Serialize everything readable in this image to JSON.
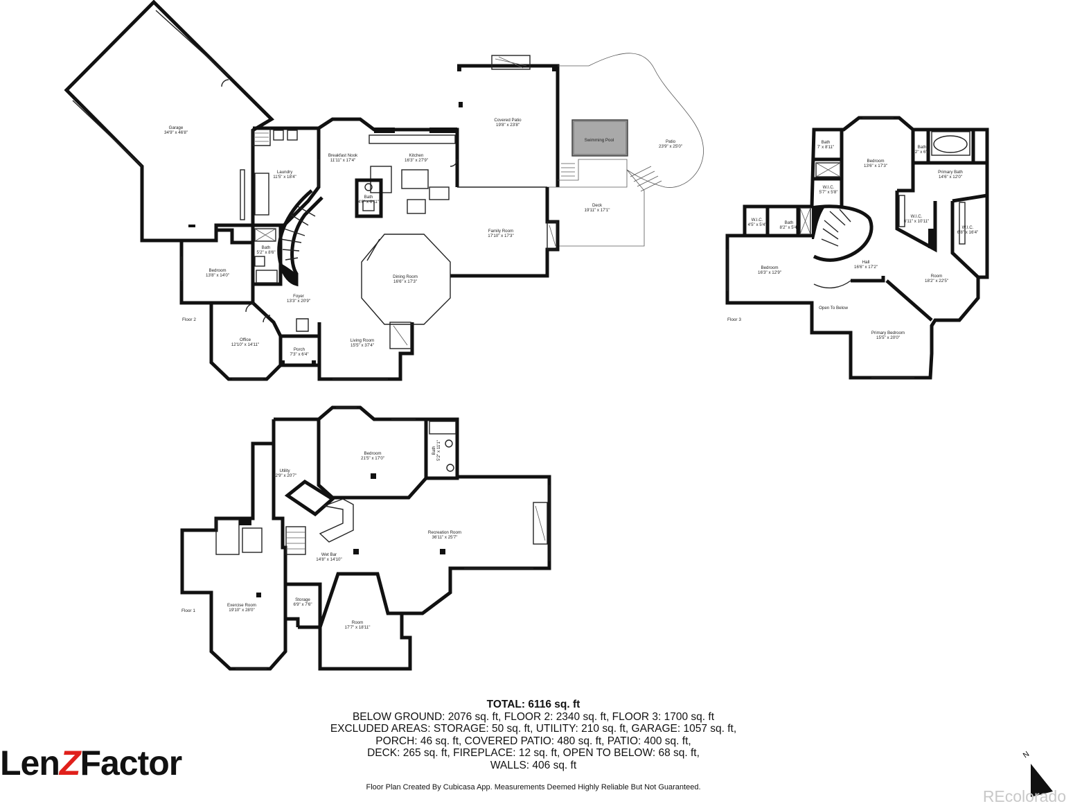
{
  "floors": {
    "floor2": {
      "label": "Floor 2",
      "rooms": [
        {
          "id": "garage",
          "name": "Garage",
          "dims": "34'9\" x 46'8\""
        },
        {
          "id": "laundry",
          "name": "Laundry",
          "dims": "11'5\" x 18'4\""
        },
        {
          "id": "breakfast",
          "name": "Breakfast Nook",
          "dims": "11'11\" x 17'4\""
        },
        {
          "id": "kitchen",
          "name": "Kitchen",
          "dims": "16'3\" x 27'9\""
        },
        {
          "id": "covered_patio",
          "name": "Covered Patio",
          "dims": "19'8\" x 23'8\""
        },
        {
          "id": "pool",
          "name": "Swimming Pool",
          "dims": ""
        },
        {
          "id": "patio",
          "name": "Patio",
          "dims": "23'9\" x 25'0\""
        },
        {
          "id": "deck",
          "name": "Deck",
          "dims": "19'11\" x 17'1\""
        },
        {
          "id": "bath_kitchen",
          "name": "Bath",
          "dims": "4'6\" x 6'11\""
        },
        {
          "id": "family",
          "name": "Family Room",
          "dims": "17'10\" x 17'3\""
        },
        {
          "id": "bath_stairs",
          "name": "Bath",
          "dims": "5'2\" x 8'6\""
        },
        {
          "id": "bedroom",
          "name": "Bedroom",
          "dims": "13'8\" x 14'0\""
        },
        {
          "id": "dining",
          "name": "Dining Room",
          "dims": "16'6\" x 17'3\""
        },
        {
          "id": "foyer",
          "name": "Foyer",
          "dims": "13'3\" x 20'9\""
        },
        {
          "id": "office",
          "name": "Office",
          "dims": "12'10\" x 14'11\""
        },
        {
          "id": "porch",
          "name": "Porch",
          "dims": "7'3\" x 6'4\""
        },
        {
          "id": "living",
          "name": "Living Room",
          "dims": "15'5\" x 37'4\""
        }
      ]
    },
    "floor3": {
      "label": "Floor 3",
      "rooms": [
        {
          "id": "bath_small",
          "name": "Bath",
          "dims": "7' x 8'11\""
        },
        {
          "id": "bedroom_top",
          "name": "Bedroom",
          "dims": "13'6\" x 17'3\""
        },
        {
          "id": "bath_primary_small",
          "name": "Bath",
          "dims": "2\" x 6'5"
        },
        {
          "id": "primary_bath",
          "name": "Primary Bath",
          "dims": "14'6\" x 12'0\""
        },
        {
          "id": "wic_a",
          "name": "W.I.C.",
          "dims": "5'7\" x 5'8\""
        },
        {
          "id": "wic_b",
          "name": "W.I.C.",
          "dims": "4'5\" x 5'4\""
        },
        {
          "id": "bath_mid",
          "name": "Bath",
          "dims": "8'2\" x 5'4\""
        },
        {
          "id": "wic_c",
          "name": "W.I.C.",
          "dims": "6'11\" x 10'11\""
        },
        {
          "id": "wic_d",
          "name": "W.I.C.",
          "dims": "6'8\" x 16'4\""
        },
        {
          "id": "bedroom_left",
          "name": "Bedroom",
          "dims": "16'3\" x 12'9\""
        },
        {
          "id": "hall",
          "name": "Hall",
          "dims": "16'6\" x 17'2\""
        },
        {
          "id": "room",
          "name": "Room",
          "dims": "18'2\" x 22'5\""
        },
        {
          "id": "open_below",
          "name": "Open To Below",
          "dims": ""
        },
        {
          "id": "primary_bedroom",
          "name": "Primary Bedroom",
          "dims": "15'5\" x 20'0\""
        }
      ]
    },
    "floor1": {
      "label": "Floor 1",
      "rooms": [
        {
          "id": "bedroom",
          "name": "Bedroom",
          "dims": "21'5\" x 17'0\""
        },
        {
          "id": "bath",
          "name": "Bath",
          "dims": "5'2\" x 11'1\""
        },
        {
          "id": "utility",
          "name": "Utility",
          "dims": "12'9\" x 20'7\""
        },
        {
          "id": "recreation",
          "name": "Recreation Room",
          "dims": "36'11\" x 25'7\""
        },
        {
          "id": "wet_bar",
          "name": "Wet Bar",
          "dims": "14'8\" x 14'10\""
        },
        {
          "id": "exercise",
          "name": "Exercise Room",
          "dims": "19'10\" x 28'0\""
        },
        {
          "id": "storage",
          "name": "Storage",
          "dims": "6'9\" x 7'6\""
        },
        {
          "id": "room",
          "name": "Room",
          "dims": "17'7\" x 18'11\""
        }
      ]
    }
  },
  "summary": {
    "total": "TOTAL: 6116 sq. ft",
    "line1": "BELOW GROUND: 2076 sq. ft, FLOOR 2: 2340 sq. ft, FLOOR 3: 1700 sq. ft",
    "line2": "EXCLUDED AREAS: STORAGE: 50 sq. ft, UTILITY: 210 sq. ft, GARAGE: 1057 sq. ft,",
    "line3": "PORCH: 46 sq. ft, COVERED PATIO: 480 sq. ft, PATIO: 400 sq. ft,",
    "line4": "DECK: 265 sq. ft, FIREPLACE: 12 sq. ft, OPEN TO BELOW: 68 sq. ft,",
    "line5": "WALLS: 406 sq. ft"
  },
  "disclaimer": "Floor Plan Created By Cubicasa App. Measurements Deemed Highly Reliable But Not Guaranteed.",
  "logo": {
    "part1": "Len",
    "part2": "Z",
    "part3": "Factor",
    "accent_color": "#e0201b"
  },
  "watermark": "REcolorado",
  "compass": {
    "label": "N",
    "icon": "north-arrow-icon"
  }
}
